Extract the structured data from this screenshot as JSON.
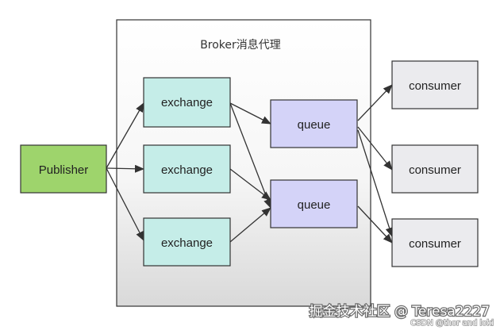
{
  "broker": {
    "title": "Broker消息代理"
  },
  "nodes": {
    "publisher": "Publisher",
    "exchange_1": "exchange",
    "exchange_2": "exchange",
    "exchange_3": "exchange",
    "queue_1": "queue",
    "queue_2": "queue",
    "consumer_1": "consumer",
    "consumer_2": "consumer",
    "consumer_3": "consumer"
  },
  "colors": {
    "publisher_fill": "#9ed46c",
    "exchange_fill": "#c5ede8",
    "queue_fill": "#d4d3f8",
    "consumer_fill": "#ebebee",
    "border": "#333333"
  },
  "watermark": {
    "main": "掘金技术社区 @ Teresa2227",
    "sub": "CSDN @thor and loki"
  }
}
